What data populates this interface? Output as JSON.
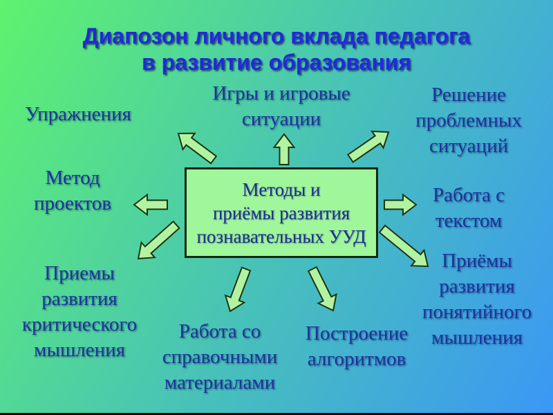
{
  "slide": {
    "title": "Диапозон  личного вклада педагога\nв развитие образования",
    "center_box": {
      "text": "Методы и\nприёмы развития\nпознавательных УУД"
    },
    "labels": [
      {
        "id": "uprazhneniya",
        "text": "Упражнения"
      },
      {
        "id": "igrovye-situacii",
        "text": "Игры и игровые\nситуации"
      },
      {
        "id": "problemnye-situacii",
        "text": "Решение\nпроблемных\nситуаций"
      },
      {
        "id": "metod-proektov",
        "text": "Метод\nпроектов"
      },
      {
        "id": "rabota-s-tekstom",
        "text": "Работа с\nтекстом"
      },
      {
        "id": "kriticheskoe-myshlenie",
        "text": "Приемы\nразвития\nкритического\nмышления"
      },
      {
        "id": "spravochnye-materialy",
        "text": "Работа со\nсправочными\nматериалами"
      },
      {
        "id": "postroenie-algoritmov",
        "text": "Построение\nалгоритмов"
      },
      {
        "id": "ponyatiynoe-myshlenie",
        "text": "Приёмы\nразвития\nпонятийного\nмышления"
      }
    ],
    "arrows": [
      "up-left",
      "up",
      "up-right",
      "left",
      "right",
      "down-left",
      "down-slight-left",
      "down-slight-right",
      "down-right"
    ],
    "colors": {
      "background_start": "#5ef26e",
      "background_mid": "#48c2b8",
      "background_end": "#3b97f5",
      "title_text": "#2328dd",
      "label_text": "#1e339b",
      "box_fill": "#a0f69a",
      "box_border": "#16270f",
      "arrow_fill": "#b2f3a1",
      "arrow_outline": "#1c3311"
    }
  }
}
